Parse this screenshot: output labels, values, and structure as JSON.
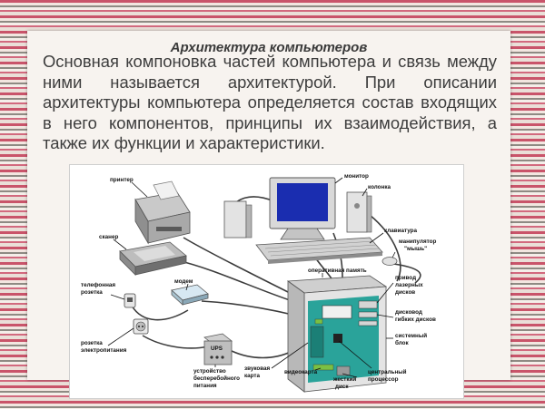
{
  "slide": {
    "title": "Архитектура компьютеров",
    "paragraph": "Основная компоновка частей компьютера и связь между ними называется архитектурой. При описании архитектуры компьютера определяется состав входящих в него компонентов, принципы их взаимодействия, а также их функции и характеристики."
  },
  "diagram": {
    "labels": {
      "printer": "принтер",
      "scanner": "сканер",
      "phone_line_1": "телефонная",
      "phone_line_2": "розетка",
      "modem": "модем",
      "power_outlet_1": "розетка",
      "power_outlet_2": "электропитания",
      "ups_1": "устройство",
      "ups_2": "бесперебойного",
      "ups_3": "питания",
      "ups_device": "UPS",
      "monitor": "монитор",
      "speaker": "колонка",
      "keyboard": "клавиатура",
      "mouse_1": "манипулятор",
      "mouse_2": "\"мышь\"",
      "ram": "оперативная память",
      "laser_1": "привод",
      "laser_2": "лазерных",
      "laser_3": "дисков",
      "floppy_1": "дисковод",
      "floppy_2": "гибких дисков",
      "system_1": "системный",
      "system_2": "блок",
      "sound_1": "звуковая",
      "sound_2": "карта",
      "video": "видеокарта",
      "hdd_1": "жесткий",
      "hdd_2": "диск",
      "cpu_1": "центральный",
      "cpu_2": "процессор"
    }
  }
}
